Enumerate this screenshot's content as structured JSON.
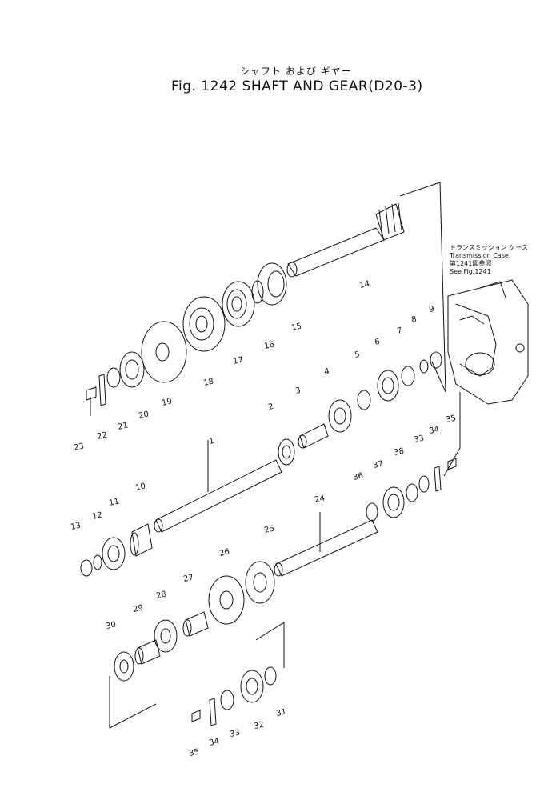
{
  "title": {
    "japanese": "シャフト および ギヤー",
    "main": "Fig. 1242 SHAFT AND GEAR(D20-3)"
  },
  "callout": {
    "line1": "トランスミッション ケース",
    "line2": "Transmission Case",
    "line3": "第1241図参照",
    "line4": "See Fig.1241"
  },
  "part_numbers": [
    "1",
    "2",
    "3",
    "4",
    "5",
    "6",
    "7",
    "8",
    "9",
    "10",
    "11",
    "12",
    "13",
    "14",
    "15",
    "16",
    "17",
    "18",
    "19",
    "20",
    "21",
    "22",
    "23",
    "24",
    "25",
    "26",
    "27",
    "28",
    "29",
    "30",
    "31",
    "32",
    "33",
    "34",
    "35",
    "36",
    "37",
    "38"
  ],
  "extra_labels": {
    "p33b": "33",
    "p34b": "34",
    "p35b": "35"
  }
}
